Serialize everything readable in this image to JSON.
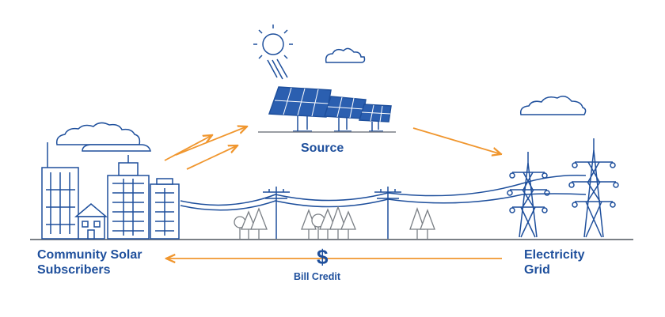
{
  "labels": {
    "source": "Source",
    "community_line1": "Community Solar",
    "community_line2": "Subscribers",
    "grid_line1": "Electricity",
    "grid_line2": "Grid",
    "currency_symbol": "$",
    "bill_credit": "Bill Credit"
  },
  "colors": {
    "line": "#1e4f9c",
    "arrow": "#f0962e",
    "ground": "#7a7f85",
    "text": "#1e4f9c",
    "background": "#ffffff"
  },
  "icons": [
    "sun-icon",
    "cloud-icon",
    "solar-panel-icon",
    "office-building-icon",
    "house-icon",
    "utility-pole-icon",
    "pine-tree-icon",
    "round-tree-icon",
    "transmission-tower-icon",
    "arrow-icon"
  ]
}
